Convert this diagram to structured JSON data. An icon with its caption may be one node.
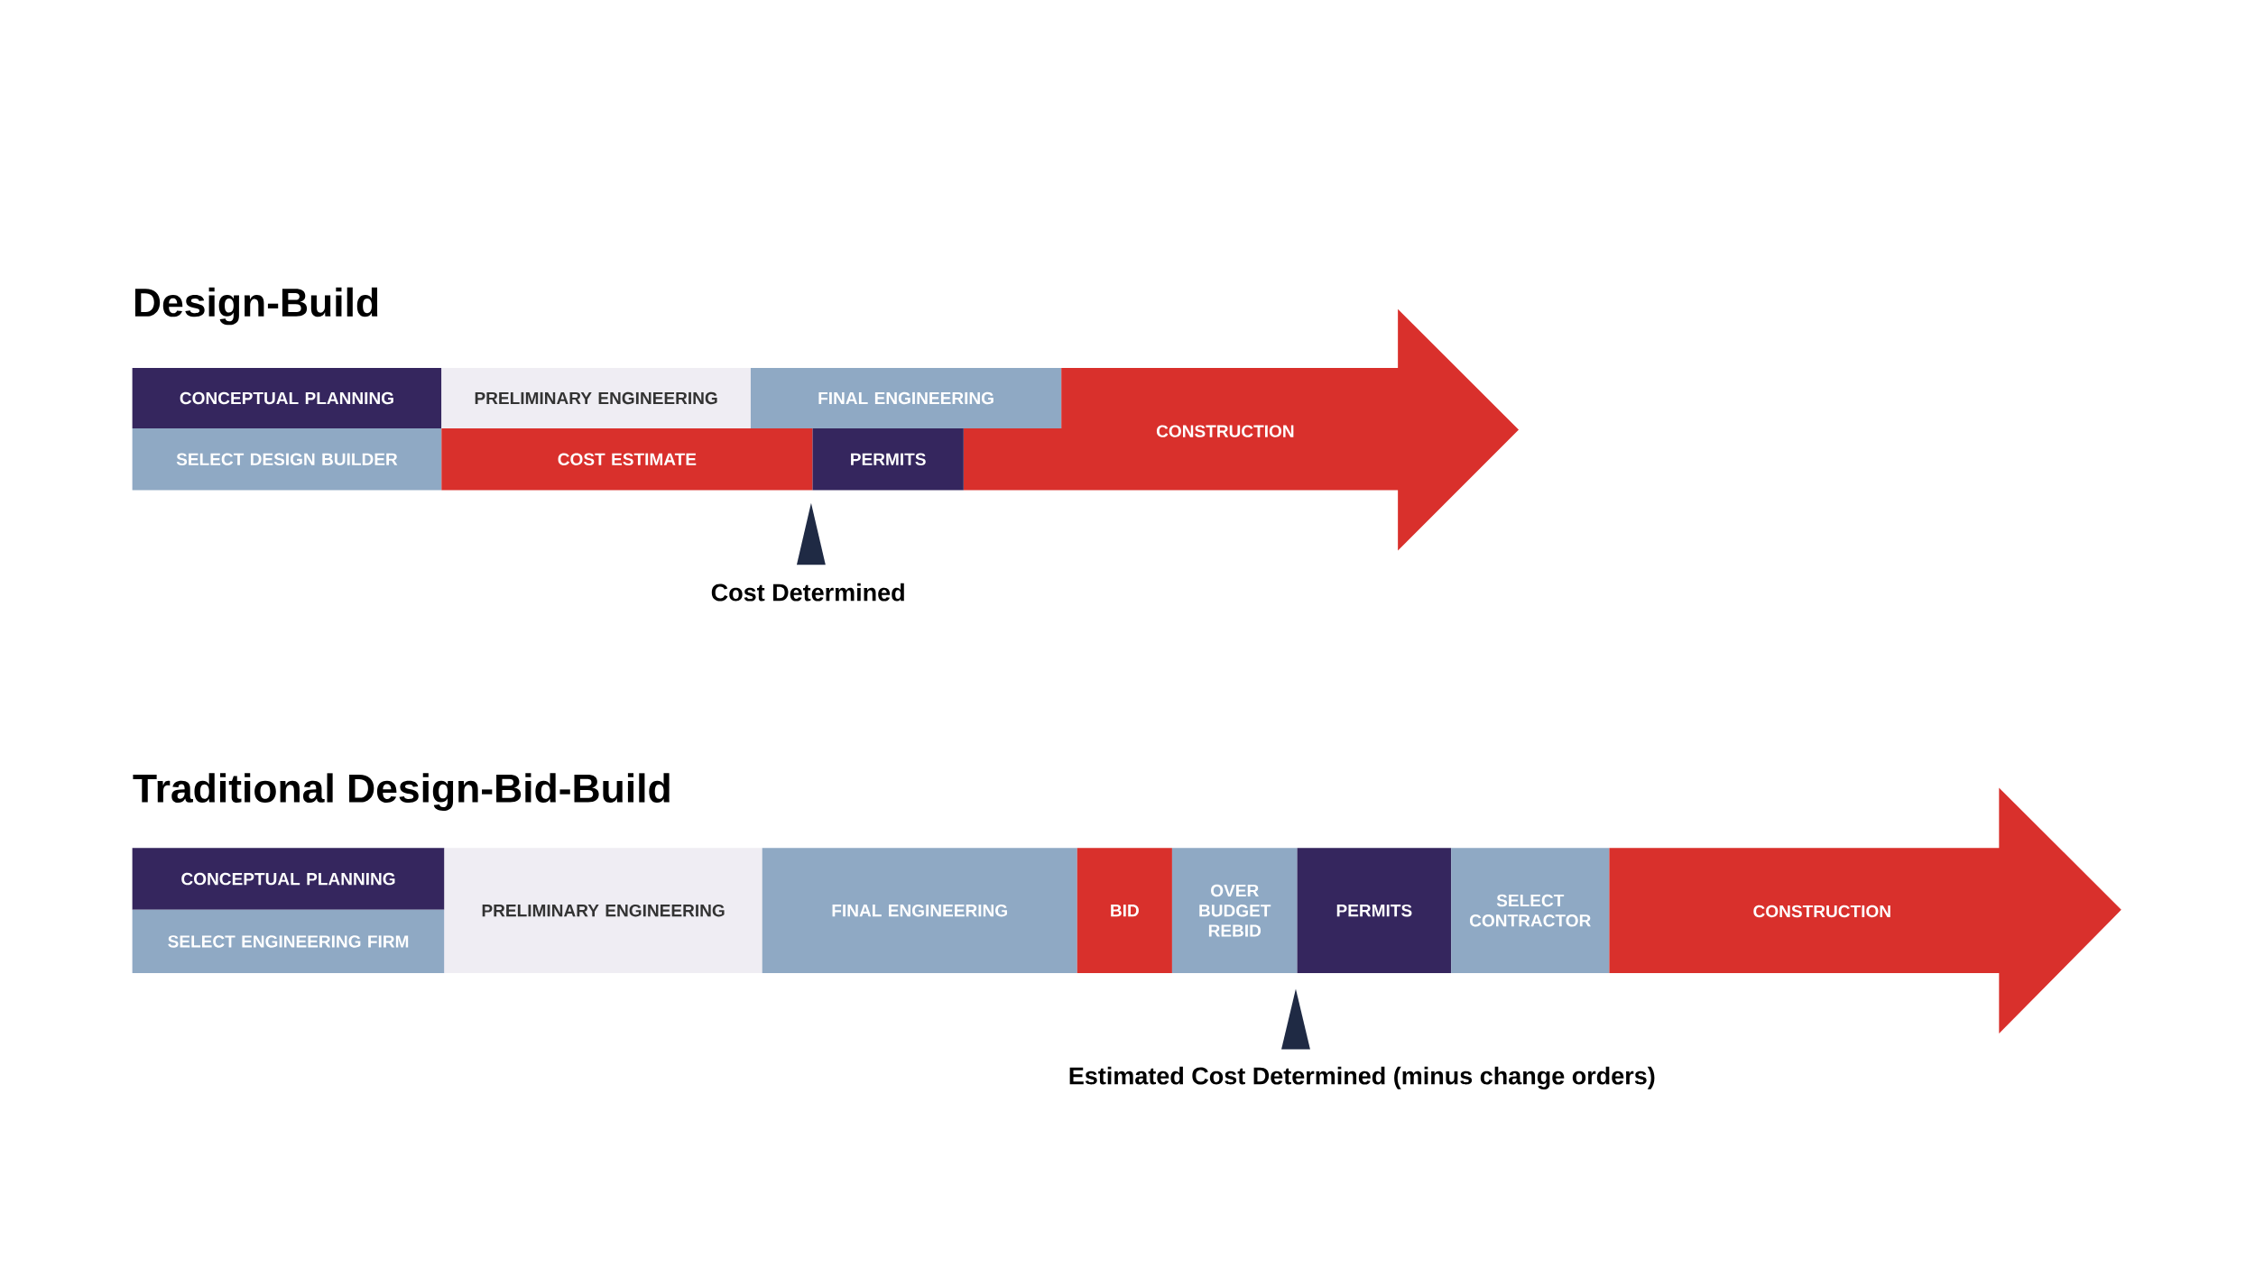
{
  "diagram": {
    "nodes": [
      {
        "text": [
          "CONCEPTUAL PLANNING"
        ]
      },
      {
        "text": [
          "PRELIMINARY ENGINEERING"
        ]
      },
      {
        "text": [
          "FINAL ENGINEERING"
        ]
      },
      {
        "text": [
          "CONSTRUCTION"
        ]
      },
      {
        "text": [
          "SELECT DESIGN BUILDER"
        ]
      },
      {
        "text": [
          "COST ESTIMATE"
        ]
      },
      {
        "text": [
          "PERMITS"
        ]
      },
      {
        "text": [
          "CONCEPTUAL PLANNING"
        ]
      },
      {
        "text": [
          "SELECT ENGINEERING FIRM"
        ]
      },
      {
        "text": [
          "PRELIMINARY ENGINEERING"
        ]
      },
      {
        "text": [
          "FINAL ENGINEERING"
        ]
      },
      {
        "text": [
          "BID"
        ]
      },
      {
        "text": [
          "OVER BUDGET REBID"
        ]
      },
      {
        "text": [
          "PERMITS"
        ]
      },
      {
        "text": [
          "SELECT CONTRACTOR"
        ]
      },
      {
        "text": [
          "CONSTRUCTION"
        ]
      }
    ],
    "labels": [
      "Design-Build",
      "Cost Determined",
      "Traditional Design-Bid-Build",
      "Estimated Cost Determined (minus change orders)"
    ]
  }
}
